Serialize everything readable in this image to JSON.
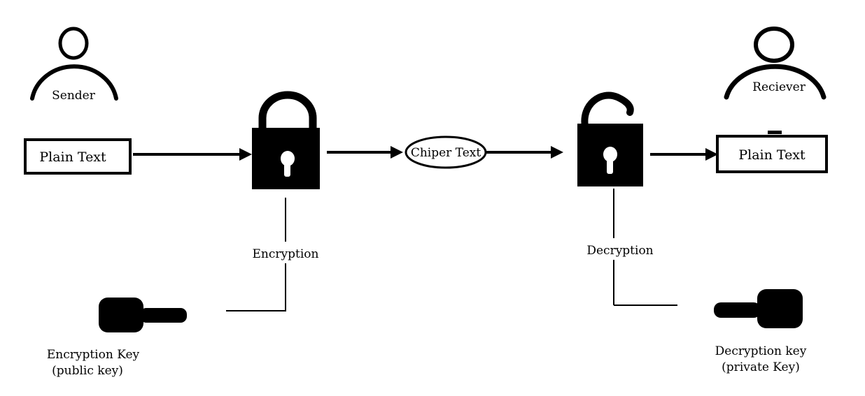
{
  "canvas": {
    "background": "#ffffff",
    "ink": "#000000"
  },
  "actors": {
    "sender": "Sender",
    "receiver": "Reciever"
  },
  "flow": {
    "plain_text_source": "Plain Text",
    "cipher_text": "Chiper Text",
    "plain_text_result": "Plain Text",
    "encryption": "Encryption",
    "decryption": "Decryption"
  },
  "keys": {
    "encryption_key": {
      "line1": "Encryption Key",
      "line2": "(public key)"
    },
    "decryption_key": {
      "line1": "Decryption key",
      "line2": "(private Key)"
    }
  }
}
